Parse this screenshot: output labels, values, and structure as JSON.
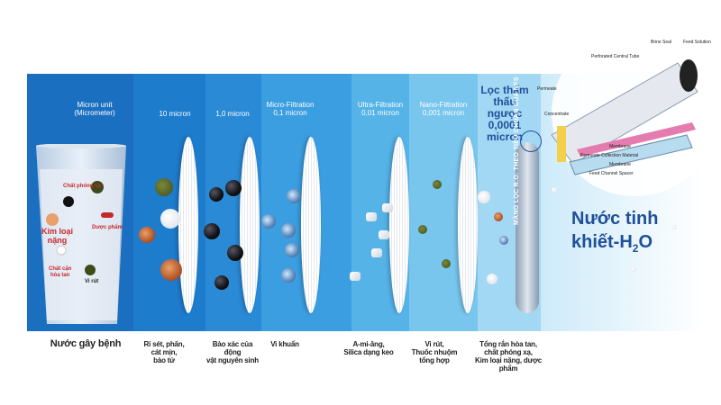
{
  "micron_header": "Micron unit\n(Micrometer)",
  "stages": [
    {
      "size": "10 micron",
      "caption": "Rỉ sét, phấn,\ncát mịn,\nbào tử"
    },
    {
      "size": "1,0 micron",
      "caption": "Bào xác của động\nvật nguyên sinh"
    },
    {
      "size": "Micro-Filtration\n0,1 micron",
      "caption": "Vi khuẩn"
    },
    {
      "size": "Ultra-Filtration\n0,01 micron",
      "caption": "A-mi-ăng,\nSilica dạng keo"
    },
    {
      "size": "Nano-Filtration\n0,001 micron",
      "caption": "Vi rút,\nThuốc nhuộm\ntổng hợp"
    },
    {
      "size": "Lọc thẩm\nthấu ngược\n0,0001\nmicron",
      "caption": "Tổng rắn hòa tan,\nchất phóng xạ,\nKim loại nặng, dược phẩm"
    }
  ],
  "glass": {
    "caption": "Nước gây bệnh",
    "labels": {
      "radioactive": "Chất phóng xạ",
      "heavy_metal": "Kim loại\nnặng",
      "pharma": "Dược phẩm",
      "dissolved": "Chất cặn\nhòa tan",
      "virus": "Vi rút"
    }
  },
  "ro_membrane_label": "MÀNG LỌC R.O. THEO TIÊU CHUẨN CỦA NFS",
  "pure_water": {
    "line1": "Nước tinh",
    "line2": "khiết-H",
    "sub": "2",
    "tail": "O"
  },
  "ro_diagram_labels": {
    "brine_seal": "Brine Seal",
    "feed_solution": "Feed Solution",
    "perforated_tube": "Perforated Central Tube",
    "permeate": "Permeate",
    "concentrate": "Concentrate",
    "membrane1": "Membrane",
    "permeate_material": "Permeate Collection Material",
    "membrane2": "Membrane",
    "feed_spacer": "Feed Channel Spacer"
  },
  "colors": {
    "dark_blue": "#1565b3",
    "light_blue": "#7ec8f0",
    "accent": "#1f4f9a"
  }
}
